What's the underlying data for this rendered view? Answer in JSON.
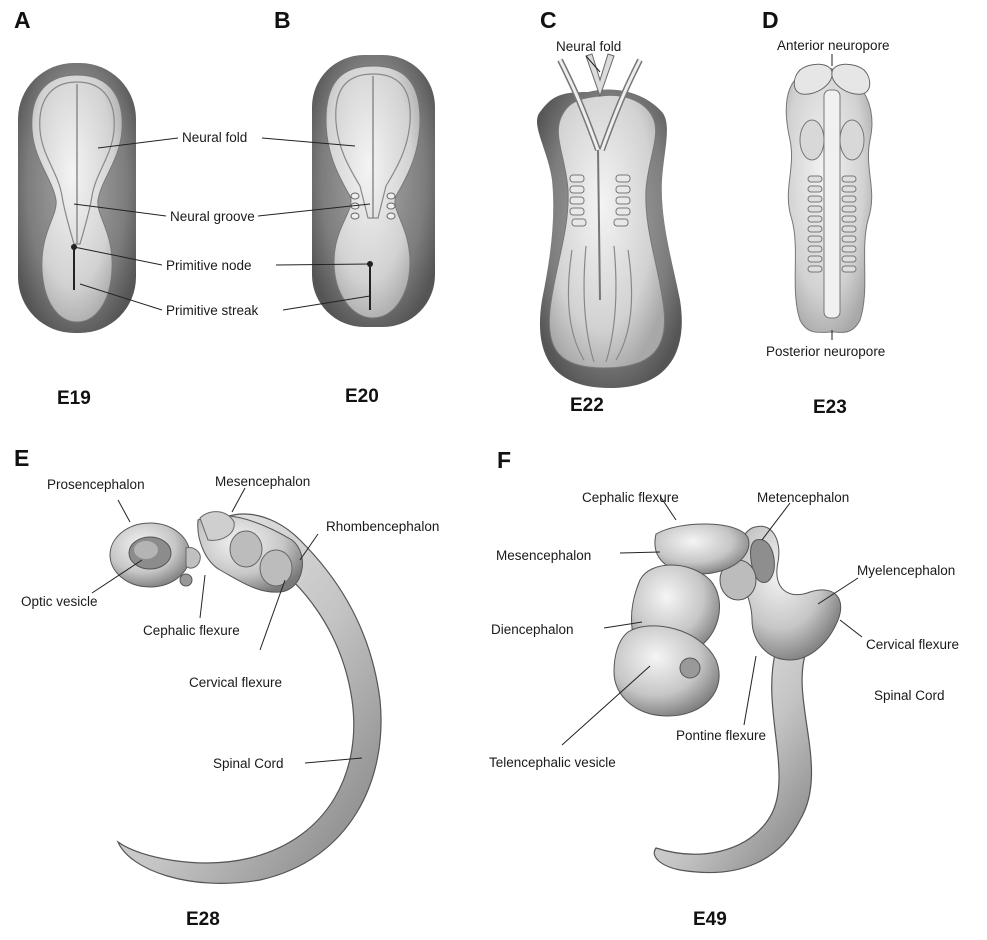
{
  "panels": {
    "A": {
      "letter": "A",
      "stage": "E19"
    },
    "B": {
      "letter": "B",
      "stage": "E20"
    },
    "C": {
      "letter": "C",
      "stage": "E22"
    },
    "D": {
      "letter": "D",
      "stage": "E23"
    },
    "E": {
      "letter": "E",
      "stage": "E28"
    },
    "F": {
      "letter": "F",
      "stage": "E49"
    }
  },
  "labels": {
    "ab": {
      "neural_fold": "Neural fold",
      "neural_groove": "Neural groove",
      "primitive_node": "Primitive node",
      "primitive_streak": "Primitive streak"
    },
    "c": {
      "neural_fold": "Neural fold"
    },
    "d": {
      "anterior_neuropore": "Anterior neuropore",
      "posterior_neuropore": "Posterior neuropore"
    },
    "e": {
      "prosencephalon": "Prosencephalon",
      "mesencephalon": "Mesencephalon",
      "rhombencephalon": "Rhombencephalon",
      "optic_vesicle": "Optic vesicle",
      "cephalic_flexure": "Cephalic flexure",
      "cervical_flexure": "Cervical flexure",
      "spinal_cord": "Spinal Cord"
    },
    "f": {
      "cephalic_flexure": "Cephalic flexure",
      "metencephalon": "Metencephalon",
      "mesencephalon": "Mesencephalon",
      "myelencephalon": "Myelencephalon",
      "diencephalon": "Diencephalon",
      "cervical_flexure": "Cervical flexure",
      "spinal_cord": "Spinal Cord",
      "pontine_flexure": "Pontine flexure",
      "telencephalic_vesicle": "Telencephalic vesicle"
    }
  }
}
